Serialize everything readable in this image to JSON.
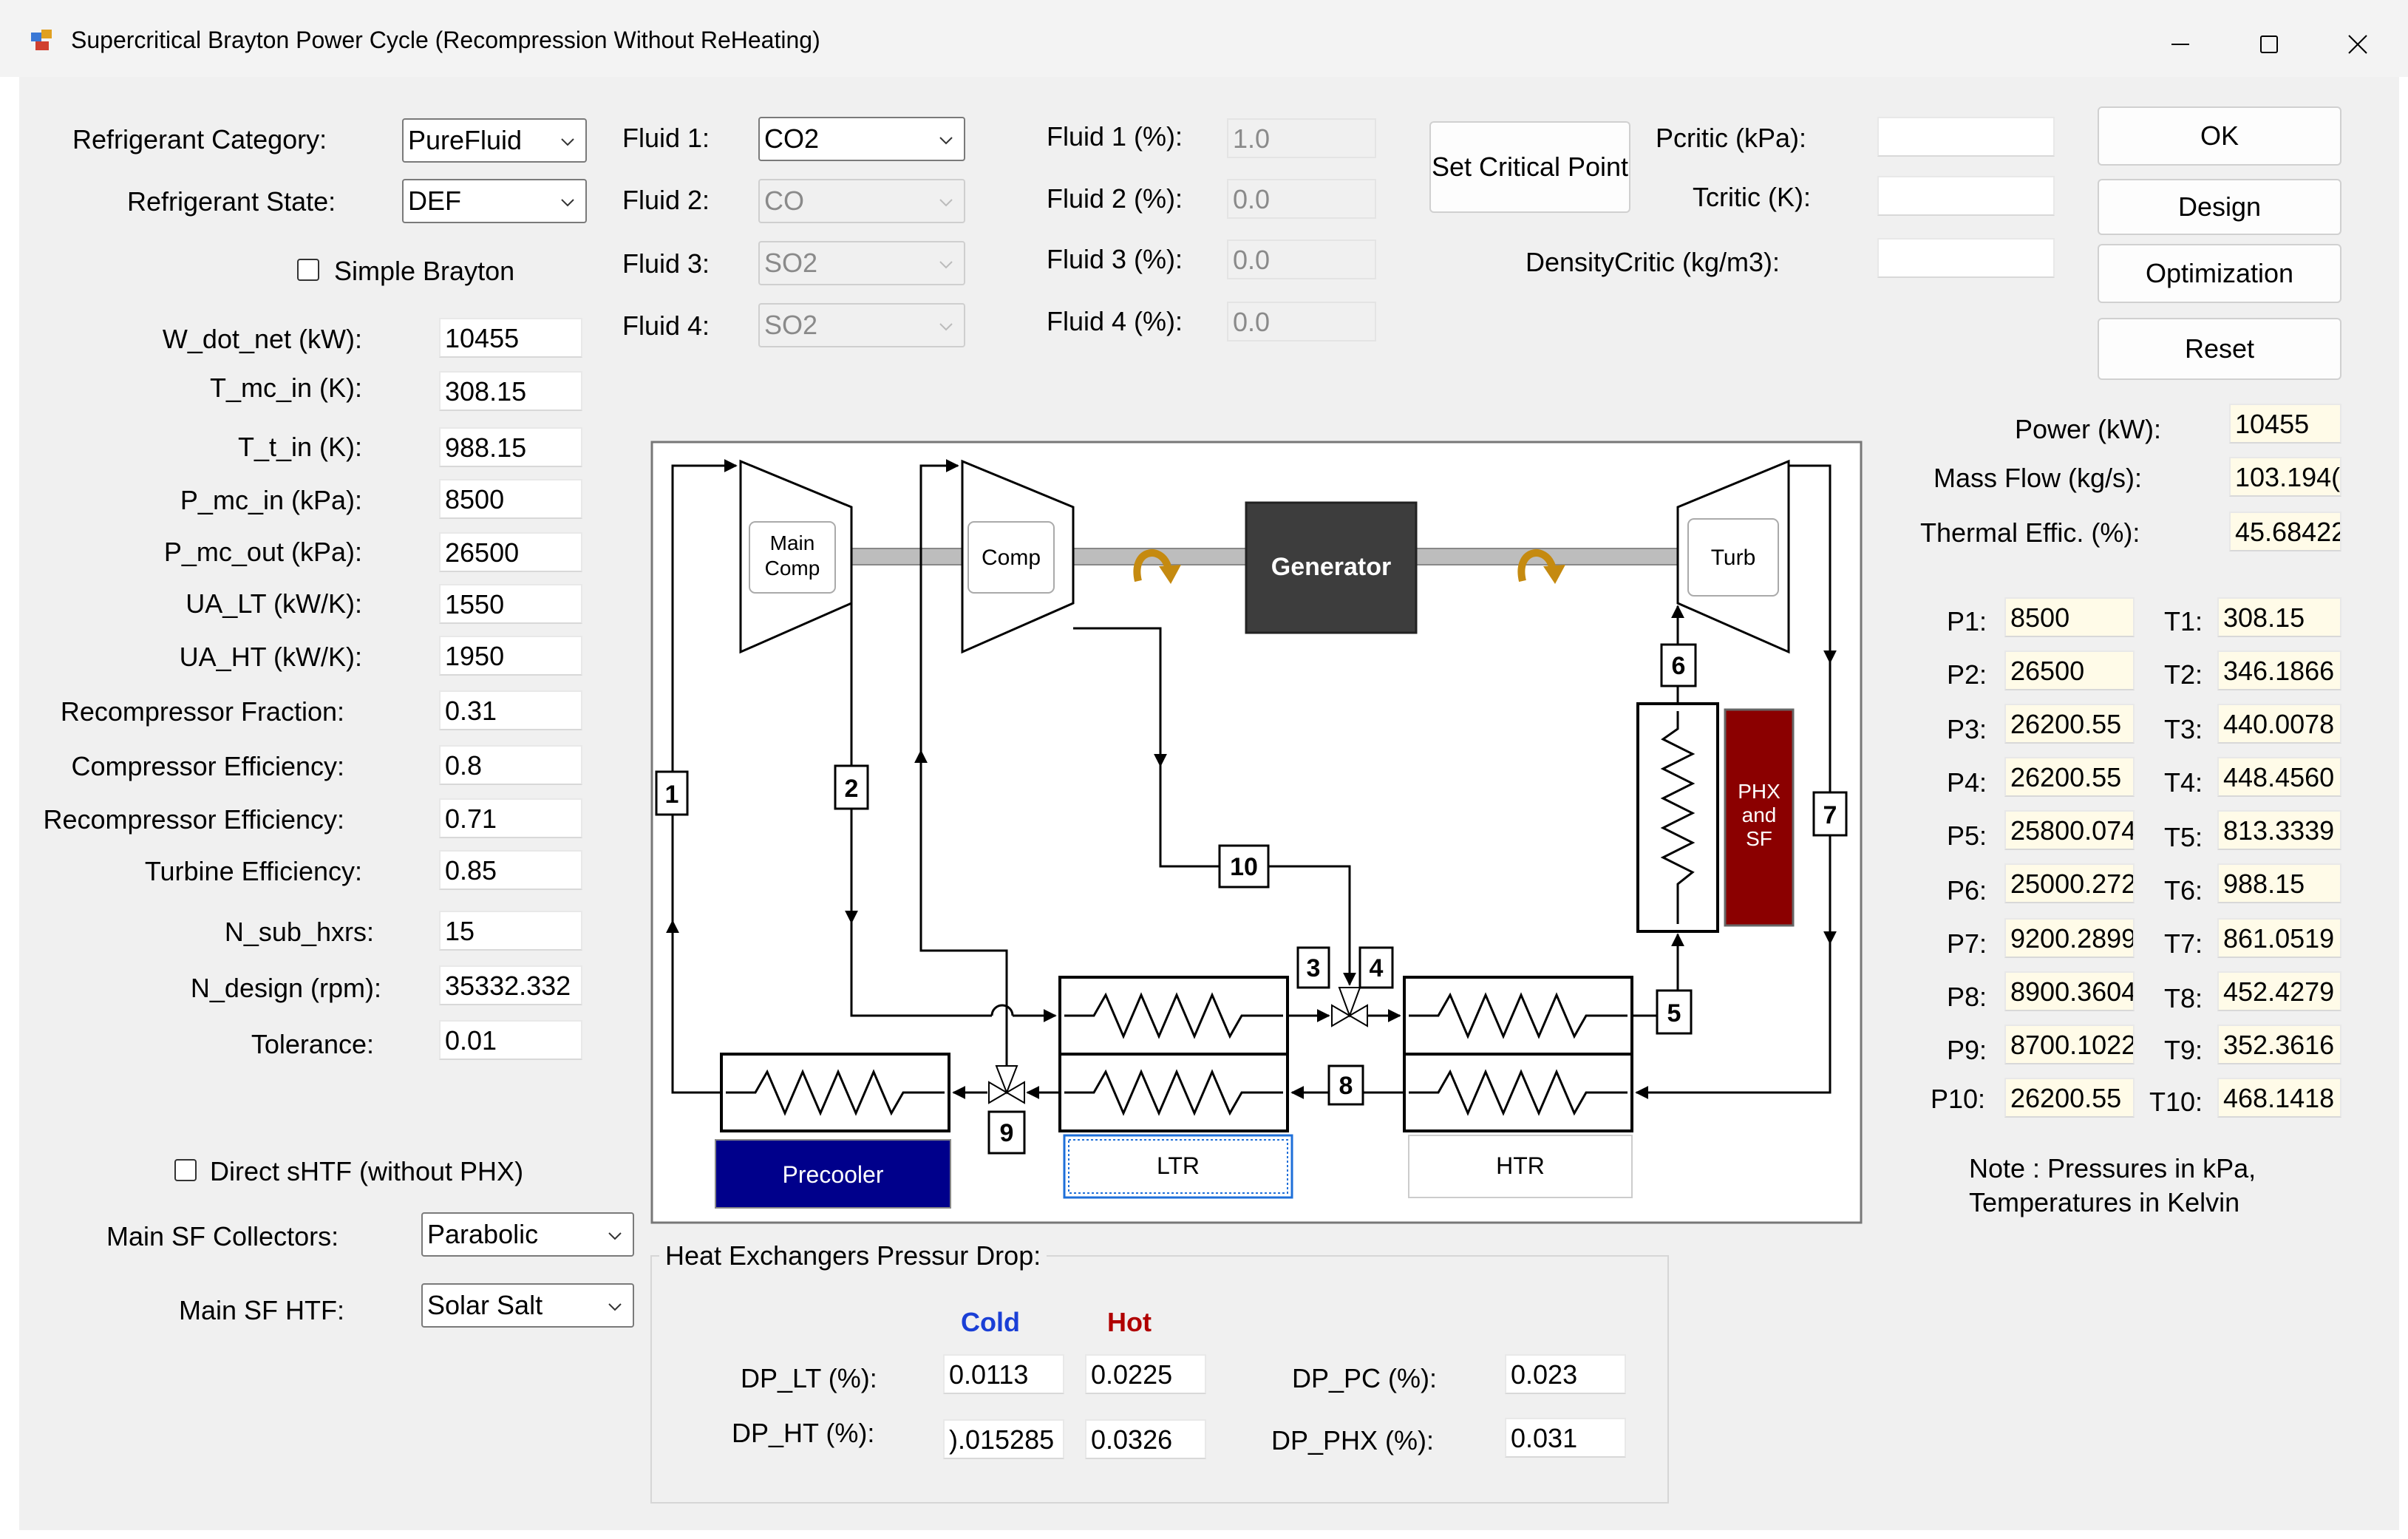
{
  "window": {
    "title": "Supercritical Brayton Power Cycle (Recompression Without ReHeating)",
    "minimize_icon": "minimize-icon",
    "maximize_icon": "maximize-icon",
    "close_icon": "close-icon"
  },
  "left": {
    "refrigerant_category_label": "Refrigerant Category:",
    "refrigerant_category_value": "PureFluid",
    "refrigerant_state_label": "Refrigerant State:",
    "refrigerant_state_value": "DEF",
    "simple_brayton_label": "Simple Brayton",
    "simple_brayton_checked": false,
    "params": [
      {
        "label": "W_dot_net (kW):",
        "value": "10455"
      },
      {
        "label": "T_mc_in (K):",
        "value": "308.15"
      },
      {
        "label": "T_t_in (K):",
        "value": "988.15"
      },
      {
        "label": "P_mc_in (kPa):",
        "value": "8500"
      },
      {
        "label": "P_mc_out (kPa):",
        "value": "26500"
      },
      {
        "label": "UA_LT (kW/K):",
        "value": "1550"
      },
      {
        "label": "UA_HT (kW/K):",
        "value": "1950"
      },
      {
        "label": "Recompressor Fraction:",
        "value": "0.31"
      },
      {
        "label": "Compressor Efficiency:",
        "value": "0.8"
      },
      {
        "label": "Recompressor Efficiency:",
        "value": "0.71"
      },
      {
        "label": "Turbine Efficiency:",
        "value": "0.85"
      },
      {
        "label": "N_sub_hxrs:",
        "value": "15"
      },
      {
        "label": "N_design (rpm):",
        "value": "35332.332"
      },
      {
        "label": "Tolerance:",
        "value": "0.01"
      }
    ],
    "direct_shtf_label": "Direct sHTF (without PHX)",
    "direct_shtf_checked": false,
    "main_sf_collectors_label": "Main SF Collectors:",
    "main_sf_collectors_value": "Parabolic",
    "main_sf_htf_label": "Main SF HTF:",
    "main_sf_htf_value": "Solar Salt"
  },
  "fluids": [
    {
      "label": "Fluid 1:",
      "value": "CO2",
      "pct_label": "Fluid 1 (%):",
      "pct": "1.0",
      "enabled": true
    },
    {
      "label": "Fluid 2:",
      "value": "CO",
      "pct_label": "Fluid 2 (%):",
      "pct": "0.0",
      "enabled": false
    },
    {
      "label": "Fluid 3:",
      "value": "SO2",
      "pct_label": "Fluid 3 (%):",
      "pct": "0.0",
      "enabled": false
    },
    {
      "label": "Fluid 4:",
      "value": "SO2",
      "pct_label": "Fluid 4 (%):",
      "pct": "0.0",
      "enabled": false
    }
  ],
  "critical": {
    "set_button": "Set Critical Point",
    "pcritic_label": "Pcritic (kPa):",
    "pcritic_value": "",
    "tcritic_label": "Tcritic (K):",
    "tcritic_value": "",
    "density_label": "DensityCritic (kg/m3):",
    "density_value": ""
  },
  "buttons": {
    "ok": "OK",
    "design": "Design",
    "optimization": "Optimization",
    "reset": "Reset"
  },
  "results": {
    "power_label": "Power (kW):",
    "power_value": "10455",
    "mass_flow_label": "Mass Flow (kg/s):",
    "mass_flow_value": "103.194(",
    "thermal_label": "Thermal Effic. (%):",
    "thermal_value": "45.68422",
    "states": [
      {
        "p_label": "P1:",
        "p": "8500",
        "t_label": "T1:",
        "t": "308.15"
      },
      {
        "p_label": "P2:",
        "p": "26500",
        "t_label": "T2:",
        "t": "346.1866"
      },
      {
        "p_label": "P3:",
        "p": "26200.55",
        "t_label": "T3:",
        "t": "440.0078"
      },
      {
        "p_label": "P4:",
        "p": "26200.55",
        "t_label": "T4:",
        "t": "448.4560"
      },
      {
        "p_label": "P5:",
        "p": "25800.074",
        "t_label": "T5:",
        "t": "813.3339"
      },
      {
        "p_label": "P6:",
        "p": "25000.272",
        "t_label": "T6:",
        "t": "988.15"
      },
      {
        "p_label": "P7:",
        "p": "9200.2899",
        "t_label": "T7:",
        "t": "861.0519"
      },
      {
        "p_label": "P8:",
        "p": "8900.3604",
        "t_label": "T8:",
        "t": "452.4279"
      },
      {
        "p_label": "P9:",
        "p": "8700.1022",
        "t_label": "T9:",
        "t": "352.3616"
      },
      {
        "p_label": "P10:",
        "p": "26200.55",
        "t_label": "T10:",
        "t": "468.1418"
      }
    ],
    "note_line1": "Note : Pressures in kPa,",
    "note_line2": "Temperatures in Kelvin"
  },
  "diagram": {
    "main_comp_line1": "Main",
    "main_comp_line2": "Comp",
    "comp": "Comp",
    "generator": "Generator",
    "turb": "Turb",
    "phx_line1": "PHX",
    "phx_line2": "and",
    "phx_line3": "SF",
    "precooler": "Precooler",
    "ltr": "LTR",
    "htr": "HTR",
    "nodes": [
      "1",
      "2",
      "3",
      "4",
      "5",
      "6",
      "7",
      "8",
      "9",
      "10"
    ],
    "colors": {
      "generator": "#3d3d3d",
      "phx": "#8b0000",
      "precooler": "#00008b",
      "ltr_border": "#1e6fd9"
    }
  },
  "pressure_drop": {
    "group_title": "Heat Exchangers Pressur Drop:",
    "cold_header": "Cold",
    "hot_header": "Hot",
    "cold_color": "#1a3fd6",
    "hot_color": "#b00000",
    "dp_lt_label": "DP_LT (%):",
    "dp_lt_cold": "0.0113",
    "dp_lt_hot": "0.0225",
    "dp_ht_label": "DP_HT (%):",
    "dp_ht_cold": ").015285",
    "dp_ht_hot": "0.0326",
    "dp_pc_label": "DP_PC (%):",
    "dp_pc_value": "0.023",
    "dp_phx_label": "DP_PHX (%):",
    "dp_phx_value": "0.031"
  }
}
